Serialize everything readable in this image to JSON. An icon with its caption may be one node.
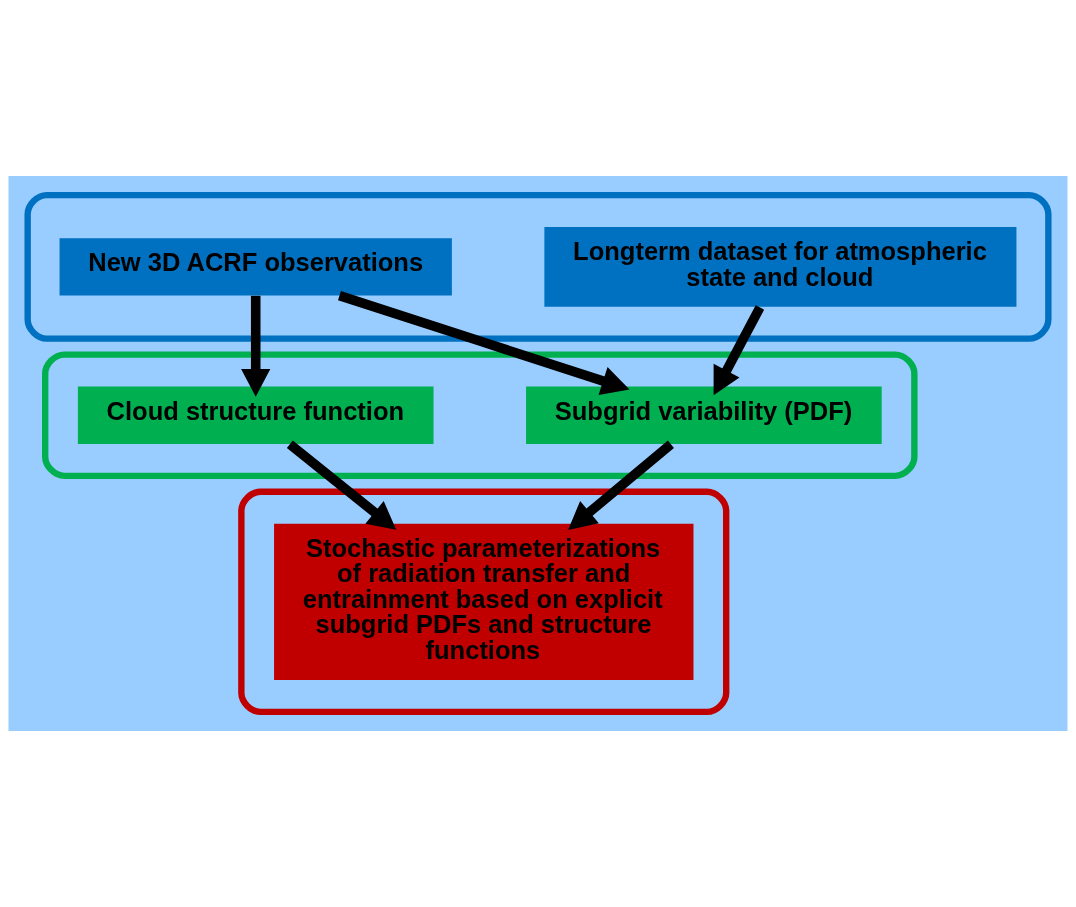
{
  "diagram": {
    "nodes": [
      {
        "text": [],
        "shape": "box"
      },
      {
        "text": [
          "Longterm dataset for atmospheric state and cloud"
        ],
        "in": 0
      },
      {
        "text": [
          "New 3D ACRF observations"
        ],
        "in": 0
      },
      {
        "text": [],
        "shape": "box"
      },
      {
        "text": [
          "Subgrid variability (PDF)"
        ],
        "in": 3
      },
      {
        "text": [
          "Cloud structure function"
        ],
        "in": 3
      },
      {
        "text": [],
        "shape": "box"
      },
      {
        "text": [
          "Stochastic parameterizations of radiation transfer and entrainment based on explicit subgrid PDFs and structure functions"
        ],
        "in": 6
      }
    ],
    "edges": [
      {
        "from": 1,
        "to": 4,
        "arrow": "to"
      },
      {
        "from": 2,
        "to": 4,
        "arrow": "to"
      },
      {
        "from": 2,
        "to": 5,
        "arrow": "to"
      },
      {
        "from": 4,
        "to": 7,
        "arrow": "to"
      },
      {
        "from": 5,
        "to": 7,
        "arrow": "to"
      }
    ]
  }
}
